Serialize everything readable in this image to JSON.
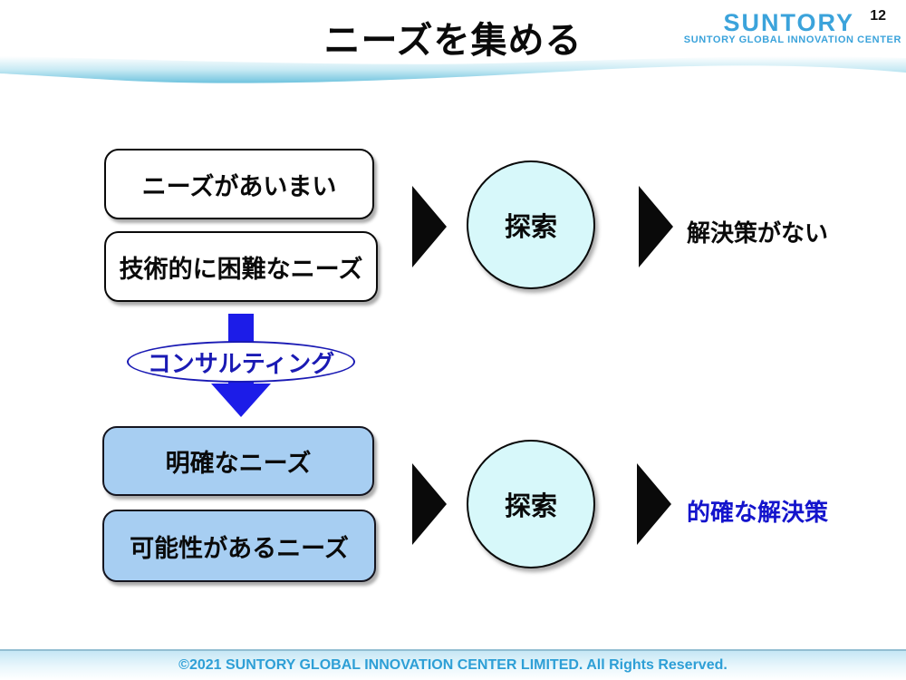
{
  "header": {
    "title": "ニーズを集める",
    "page_number": "12",
    "logo": {
      "brand": "SUNTORY",
      "subtitle": "SUNTORY GLOBAL INNOVATION CENTER"
    }
  },
  "diagram": {
    "top_flow": {
      "boxes": [
        {
          "label": "ニーズがあいまい"
        },
        {
          "label": "技術的に困難なニーズ"
        }
      ],
      "circle_label": "探索",
      "result_label": "解決策がない"
    },
    "transition": {
      "label": "コンサルティング"
    },
    "bottom_flow": {
      "boxes": [
        {
          "label": "明確なニーズ"
        },
        {
          "label": "可能性があるニーズ"
        }
      ],
      "circle_label": "探索",
      "result_label": "的確な解決策"
    }
  },
  "footer": {
    "copyright": "©2021 SUNTORY GLOBAL INNOVATION CENTER LIMITED. All Rights Reserved."
  },
  "colors": {
    "brand_blue": "#3ba3db",
    "wave_blue": "#6fc3de",
    "box_blue_fill": "#a7cef2",
    "circle_fill": "#d7f8fa",
    "arrow_blue": "#1c1ce8",
    "consult_blue": "#1a1ab4",
    "result_blue": "#1414cc",
    "footer_text_blue": "#2e9fd6"
  }
}
